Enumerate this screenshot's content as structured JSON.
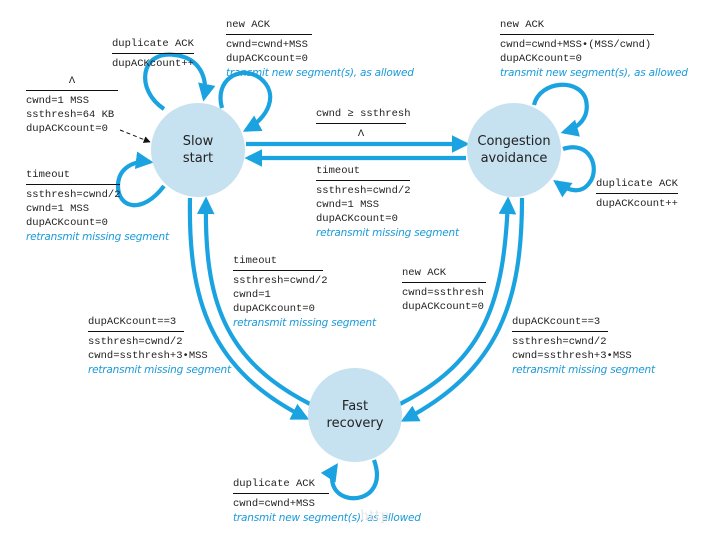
{
  "diagram": {
    "title": "TCP congestion control FSM",
    "colors": {
      "state_fill": "#c6e1ef",
      "arrow": "#1aa3e0",
      "note_text": "#1a9ad8",
      "text": "#222222"
    },
    "states": {
      "slow_start": {
        "line1": "Slow",
        "line2": "start"
      },
      "congestion_avoidance": {
        "line1": "Congestion",
        "line2": "avoidance"
      },
      "fast_recovery": {
        "line1": "Fast",
        "line2": "recovery"
      }
    },
    "transitions": {
      "initial": {
        "event": "Λ",
        "actions": [
          "cwnd=1 MSS",
          "ssthresh=64 KB",
          "dupACKcount=0"
        ]
      },
      "ss_dup_ack": {
        "event": "duplicate ACK",
        "actions": [
          "dupACKcount++"
        ]
      },
      "ss_new_ack": {
        "event": "new ACK",
        "actions": [
          "cwnd=cwnd+MSS",
          "dupACKcount=0"
        ],
        "note": "transmit new segment(s), as allowed"
      },
      "ss_timeout": {
        "event": "timeout",
        "actions": [
          "ssthresh=cwnd/2",
          "cwnd=1 MSS",
          "dupACKcount=0"
        ],
        "note": "retransmit missing segment"
      },
      "ss_to_ca": {
        "event": "cwnd ≥ ssthresh",
        "actions": [
          "Λ"
        ]
      },
      "ca_to_ss_timeout": {
        "event": "timeout",
        "actions": [
          "ssthresh=cwnd/2",
          "cwnd=1 MSS",
          "dupACKcount=0"
        ],
        "note": "retransmit missing segment"
      },
      "ca_new_ack": {
        "event": "new ACK",
        "actions": [
          "cwnd=cwnd+MSS•(MSS/cwnd)",
          "dupACKcount=0"
        ],
        "note": "transmit new segment(s), as allowed"
      },
      "ca_dup_ack": {
        "event": "duplicate ACK",
        "actions": [
          "dupACKcount++"
        ]
      },
      "fr_to_ss_timeout": {
        "event": "timeout",
        "actions": [
          "ssthresh=cwnd/2",
          "cwnd=1",
          "dupACKcount=0"
        ],
        "note": "retransmit missing segment"
      },
      "ss_to_fr": {
        "event": "dupACKcount==3",
        "actions": [
          "ssthresh=cwnd/2",
          "cwnd=ssthresh+3•MSS"
        ],
        "note": "retransmit missing segment"
      },
      "fr_to_ca": {
        "event": "new ACK",
        "actions": [
          "cwnd=ssthresh",
          "dupACKcount=0"
        ]
      },
      "ca_to_fr": {
        "event": "dupACKcount==3",
        "actions": [
          "ssthresh=cwnd/2",
          "cwnd=ssthresh+3•MSS"
        ],
        "note": "retransmit missing segment"
      },
      "fr_dup_ack": {
        "event": "duplicate ACK",
        "actions": [
          "cwnd=cwnd+MSS"
        ],
        "note": "transmit new segment(s), as allowed"
      }
    },
    "watermark": "http"
  }
}
